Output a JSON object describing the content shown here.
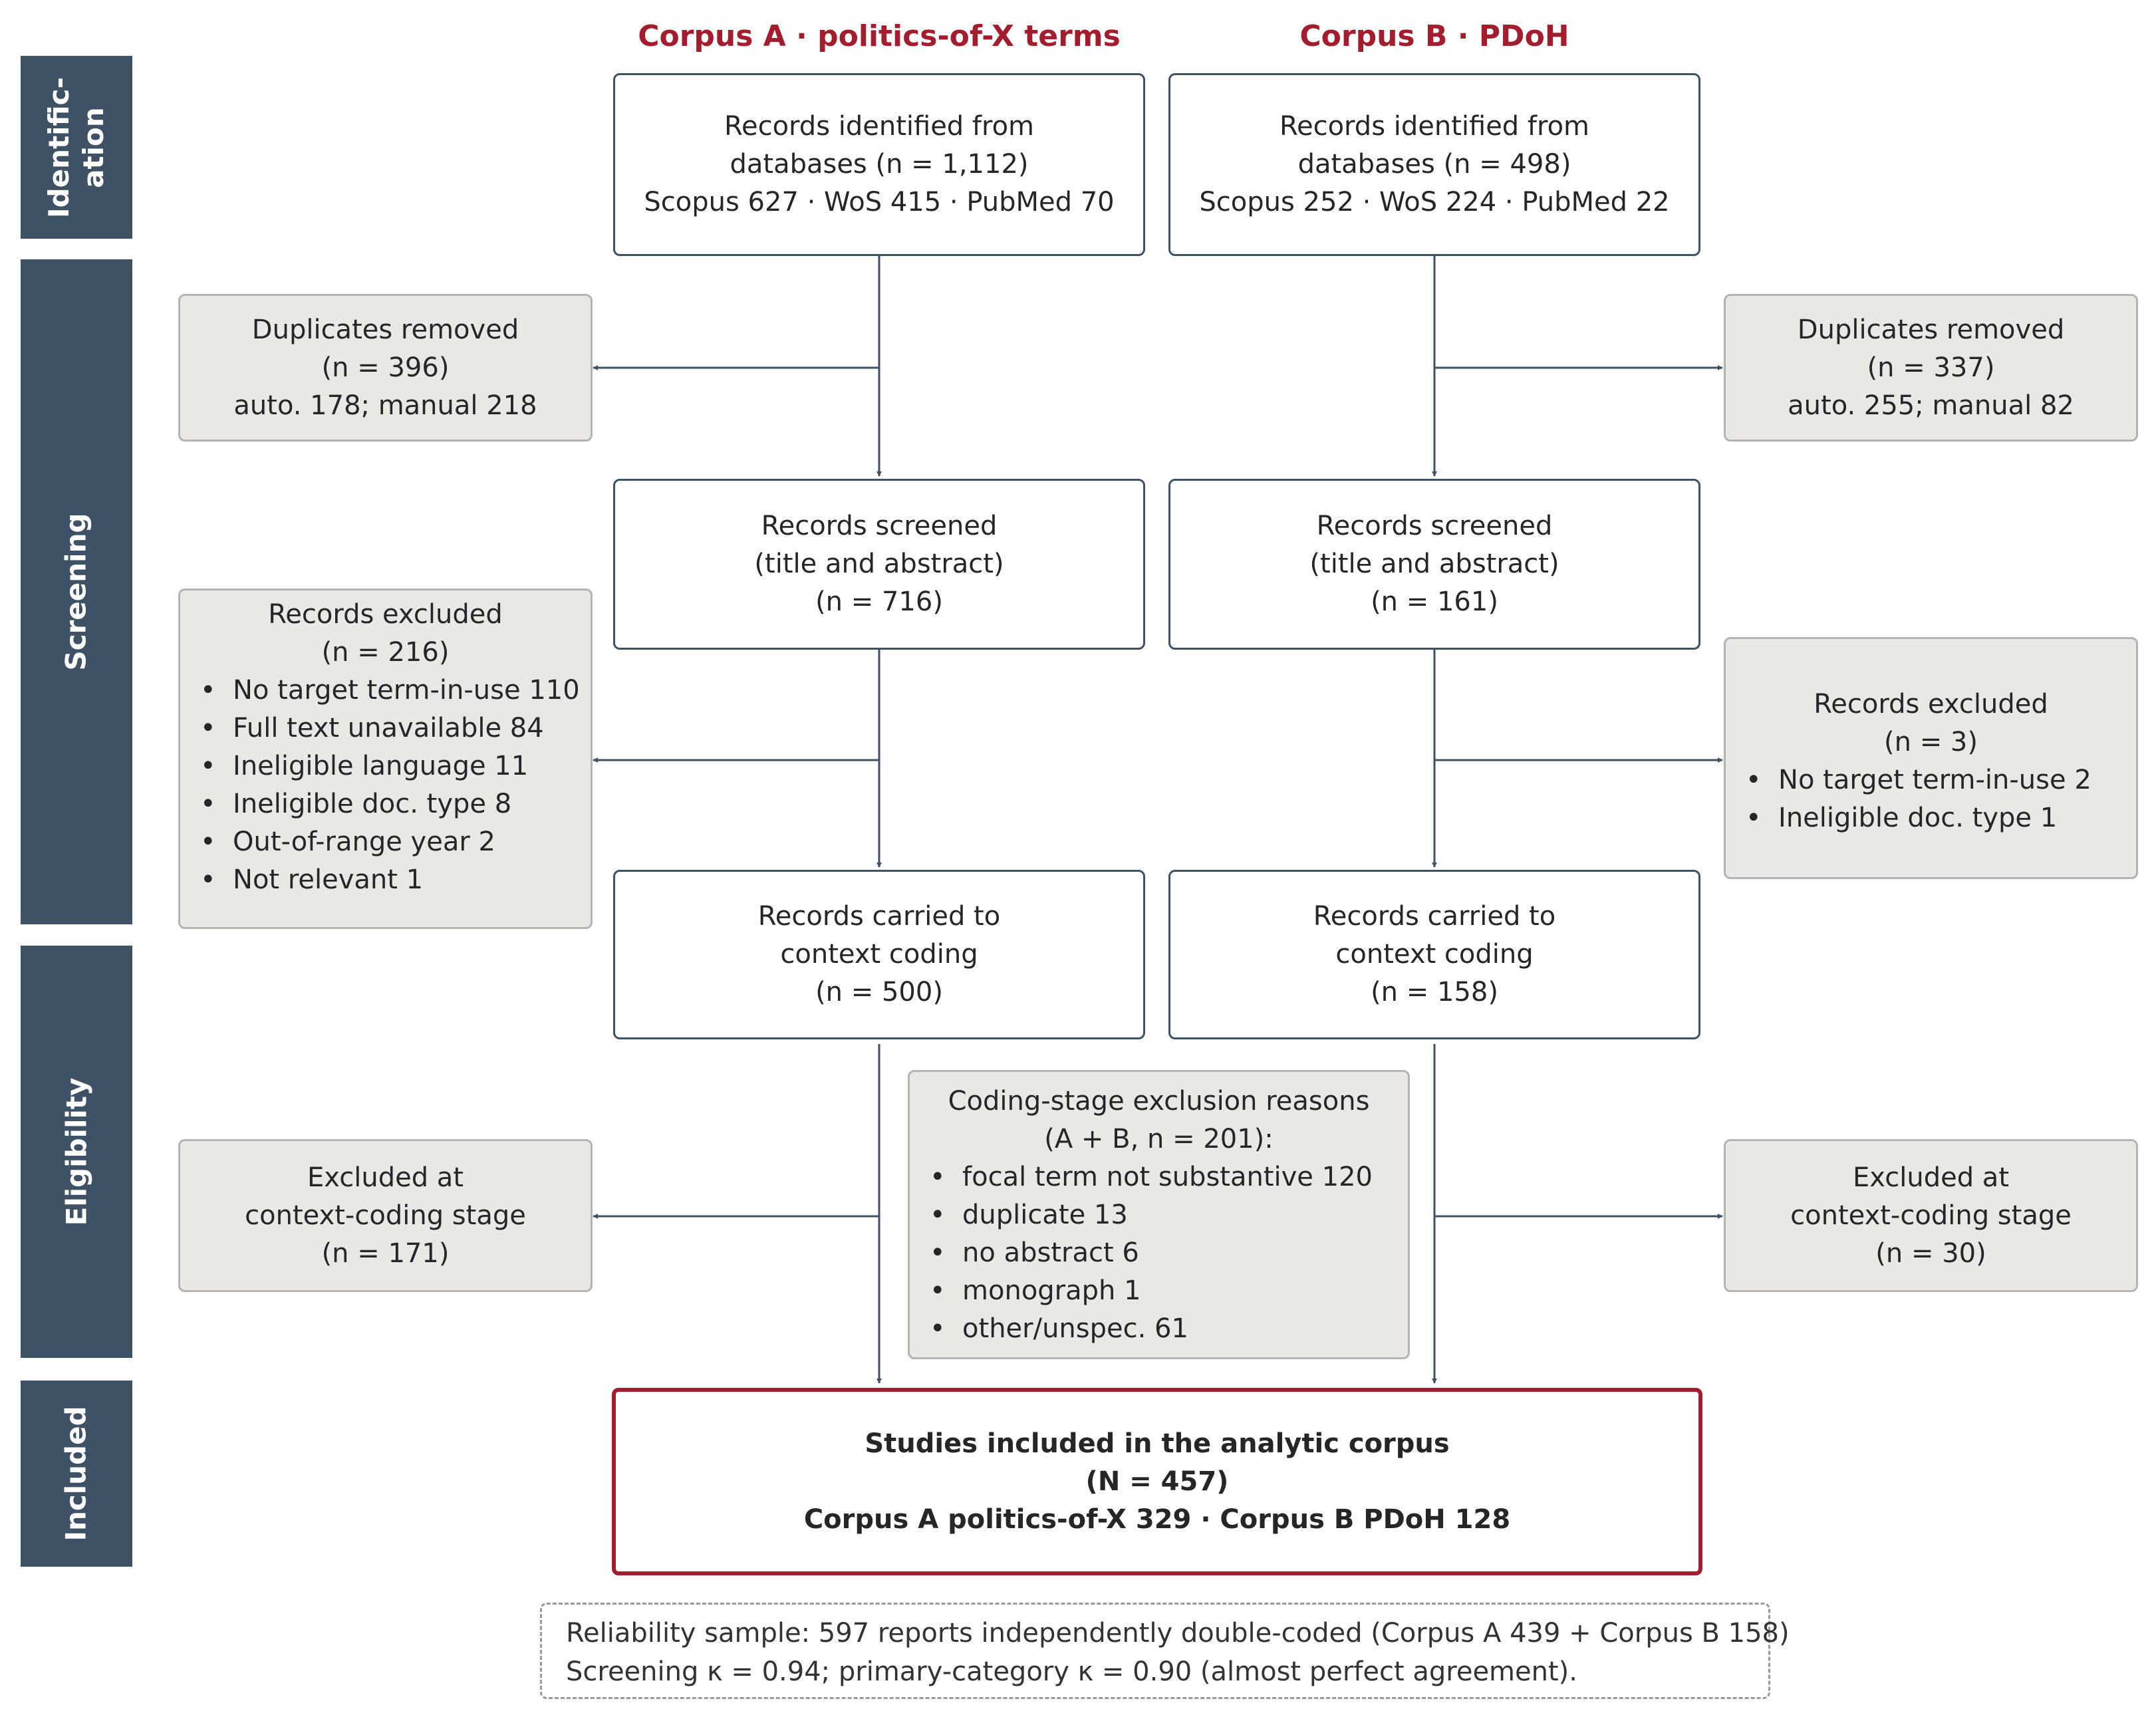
{
  "phases": [
    "Identific-\nation",
    "Screening",
    "Eligibility",
    "Included"
  ],
  "columns": {
    "a": "Corpus A · politics-of-X terms",
    "b": "Corpus B · PDoH"
  },
  "corpus_a": {
    "identified": [
      "Records identified from",
      "databases (n = 1,112)",
      "Scopus 627 · WoS 415 · PubMed 70"
    ],
    "duplicates": [
      "Duplicates removed",
      "(n = 396)",
      "auto. 178; manual 218"
    ],
    "screened": [
      "Records screened",
      "(title and abstract)",
      "(n = 716)"
    ],
    "excluded_title": [
      "Records excluded",
      "(n = 216)"
    ],
    "excluded_reasons": [
      "No target term-in-use 110",
      "Full text unavailable 84",
      "Ineligible language 11",
      "Ineligible doc. type 8",
      "Out-of-range year 2",
      "Not relevant 1"
    ],
    "carried": [
      "Records carried to",
      "context coding",
      "(n = 500)"
    ],
    "coding_excluded": [
      "Excluded at",
      "context-coding stage",
      "(n = 171)"
    ]
  },
  "corpus_b": {
    "identified": [
      "Records identified from",
      "databases (n = 498)",
      "Scopus 252 · WoS 224 · PubMed 22"
    ],
    "duplicates": [
      "Duplicates removed",
      "(n = 337)",
      "auto. 255; manual 82"
    ],
    "screened": [
      "Records screened",
      "(title and abstract)",
      "(n = 161)"
    ],
    "excluded_title": [
      "Records excluded",
      "(n = 3)"
    ],
    "excluded_reasons": [
      "No target term-in-use 2",
      "Ineligible doc. type 1"
    ],
    "carried": [
      "Records carried to",
      "context coding",
      "(n = 158)"
    ],
    "coding_excluded": [
      "Excluded at",
      "context-coding stage",
      "(n = 30)"
    ]
  },
  "coding_reasons": {
    "title": [
      "Coding-stage exclusion reasons",
      "(A + B, n = 201):"
    ],
    "items": [
      "focal term not substantive 120",
      "duplicate 13",
      "no abstract 6",
      "monograph 1",
      "other/unspec. 61"
    ]
  },
  "included": [
    "Studies included in the analytic corpus",
    "(N = 457)",
    "Corpus A politics-of-X 329 · Corpus B PDoH 128"
  ],
  "note": [
    "Reliability sample: 597 reports independently double-coded (Corpus A 439 + Corpus B 158)",
    "Screening κ = 0.94; primary-category κ = 0.90 (almost perfect agreement)."
  ],
  "colors": {
    "phase_band": "#3f5164",
    "accent": "#a31d2e",
    "side_fill": "#e9e8e5",
    "connector": "#3f5164"
  }
}
